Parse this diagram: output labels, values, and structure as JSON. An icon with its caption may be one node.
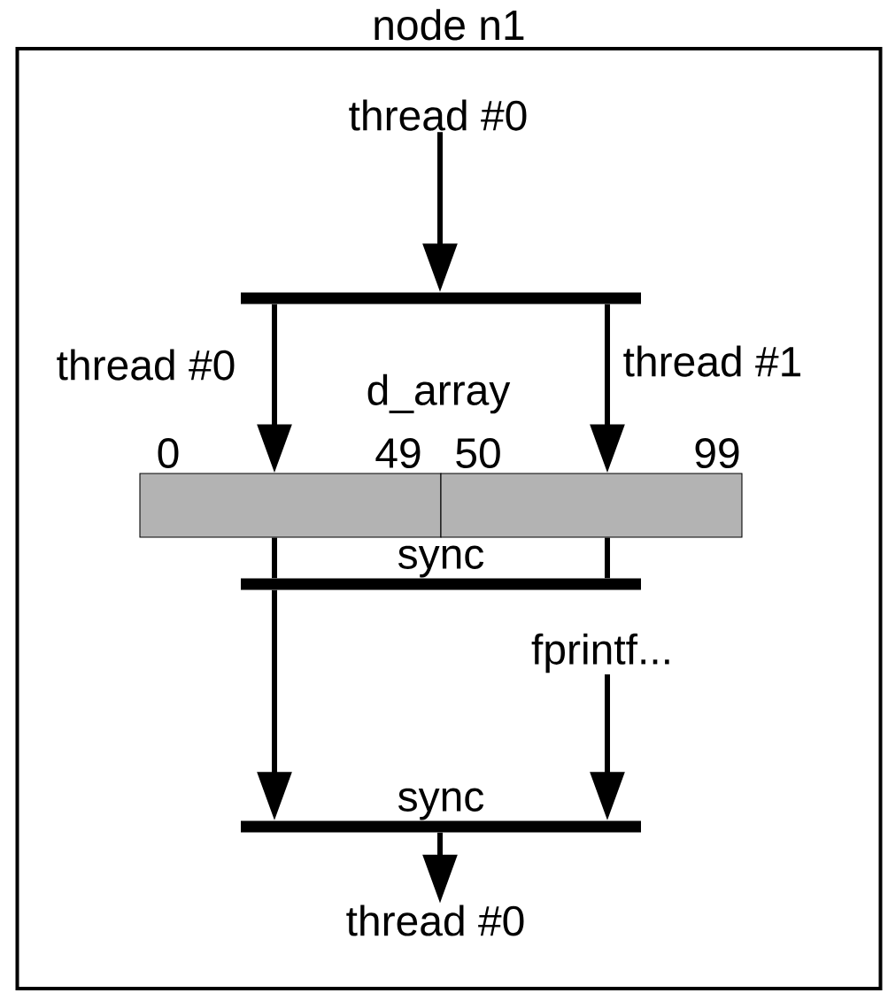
{
  "diagram": {
    "nodes": [
      {
        "text": [
          "node n1"
        ]
      },
      {
        "text": [
          "thread #0"
        ],
        "in": 0
      },
      {
        "text": [],
        "shape": "bar",
        "in": 0
      },
      {
        "text": [],
        "shape": "box",
        "in": 0
      },
      {
        "text": [],
        "shape": "box",
        "in": 0
      },
      {
        "text": [],
        "shape": "bar",
        "in": 0,
        "beside": [
          "sync"
        ]
      },
      {
        "text": [
          "fprintf..."
        ],
        "in": 0
      },
      {
        "text": [],
        "shape": "bar",
        "in": 0,
        "beside": [
          "sync"
        ]
      },
      {
        "text": [
          "thread #0"
        ],
        "in": 0
      }
    ],
    "edges": [
      {
        "from": 1,
        "to": 2,
        "arrow": "to"
      },
      {
        "from": 2,
        "to": 3,
        "arrow": "to",
        "label": "thread #0"
      },
      {
        "from": 2,
        "to": 4,
        "arrow": "to",
        "label": "thread #1"
      },
      {
        "from": 3,
        "to": 5,
        "arrow": "none"
      },
      {
        "from": 4,
        "to": 5,
        "arrow": "none"
      },
      {
        "from": 5,
        "to": 7,
        "arrow": "to"
      },
      {
        "from": 6,
        "to": 7,
        "arrow": "to"
      },
      {
        "from": 7,
        "to": 8,
        "arrow": "to"
      }
    ],
    "labels": [
      "d_array",
      "0",
      "49",
      "50",
      "99"
    ]
  }
}
